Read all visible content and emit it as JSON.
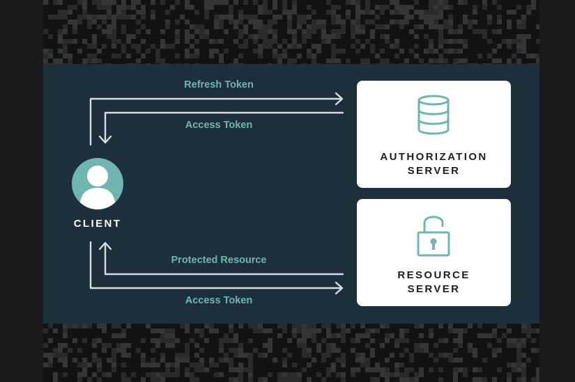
{
  "client": {
    "label": "CLIENT",
    "icon": "user-avatar-icon"
  },
  "authorization_server": {
    "label_line1": "AUTHORIZATION",
    "label_line2": "SERVER",
    "icon": "database-icon"
  },
  "resource_server": {
    "label_line1": "RESOURCE",
    "label_line2": "SERVER",
    "icon": "padlock-icon"
  },
  "flows": {
    "refresh_token": "Refresh Token",
    "access_token_top": "Access Token",
    "protected_resource": "Protected Resource",
    "access_token_bottom": "Access Token"
  },
  "colors": {
    "panel": "#1c2f3b",
    "accent": "#6fb6b0",
    "arrow": "#d8dde0",
    "box": "#ffffff"
  }
}
